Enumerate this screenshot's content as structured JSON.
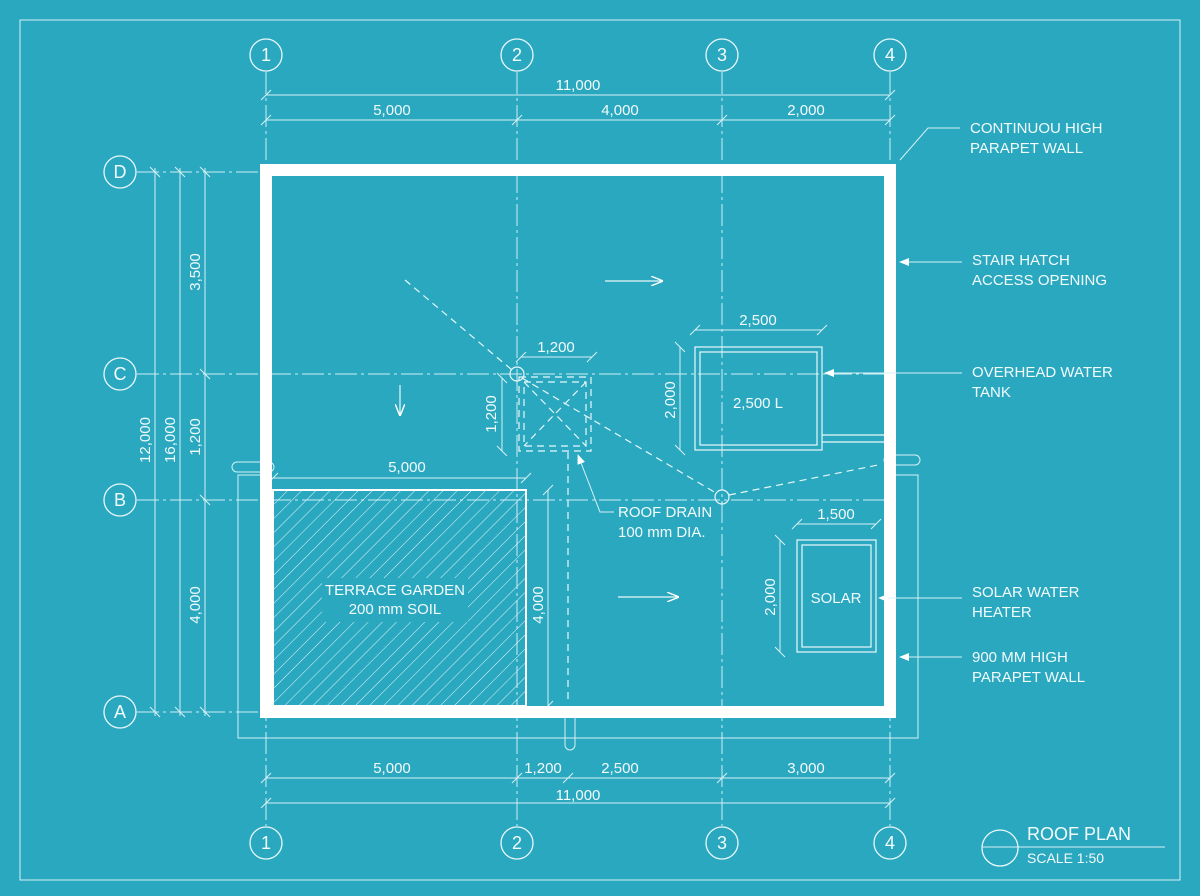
{
  "grid": {
    "columns": [
      "1",
      "2",
      "3",
      "4"
    ],
    "rows": [
      "D",
      "C",
      "B",
      "A"
    ]
  },
  "dimensions": {
    "top_overall": "11,000",
    "top_segments": [
      "5,000",
      "4,000",
      "2,000"
    ],
    "bottom_segments": [
      "5,000",
      "1,200",
      "2,500",
      "3,000"
    ],
    "bottom_overall": "11,000",
    "left_outer": "12,000",
    "left_middle": "16,000",
    "left_segments": [
      "3,500",
      "1,200",
      "4,000"
    ],
    "garden_width": "5,000",
    "garden_depth": "4,000",
    "hatch_width": "1,200",
    "hatch_depth": "1,200",
    "tank_width": "2,500",
    "tank_depth": "2,000",
    "solar_width": "1,500",
    "solar_depth": "2,000"
  },
  "elements": {
    "tank_label": "2,500 L",
    "solar_label": "SOLAR",
    "garden_line1": "TERRACE GARDEN",
    "garden_line2": "200 mm SOIL",
    "drain_line1": "ROOF DRAIN",
    "drain_line2": "100 mm DIA."
  },
  "callouts": [
    {
      "line1": "CONTINUOU HIGH",
      "line2": "PARAPET WALL"
    },
    {
      "line1": "STAIR HATCH",
      "line2": "ACCESS OPENING"
    },
    {
      "line1": "OVERHEAD WATER",
      "line2": "TANK"
    },
    {
      "line1": "SOLAR WATER",
      "line2": "HEATER"
    },
    {
      "line1": "900 MM HIGH",
      "line2": "PARAPET WALL"
    }
  ],
  "title_block": {
    "title": "ROOF PLAN",
    "scale": "SCALE 1:50"
  },
  "colors": {
    "background": "#2aa8bf",
    "lines": "#ffffff"
  }
}
